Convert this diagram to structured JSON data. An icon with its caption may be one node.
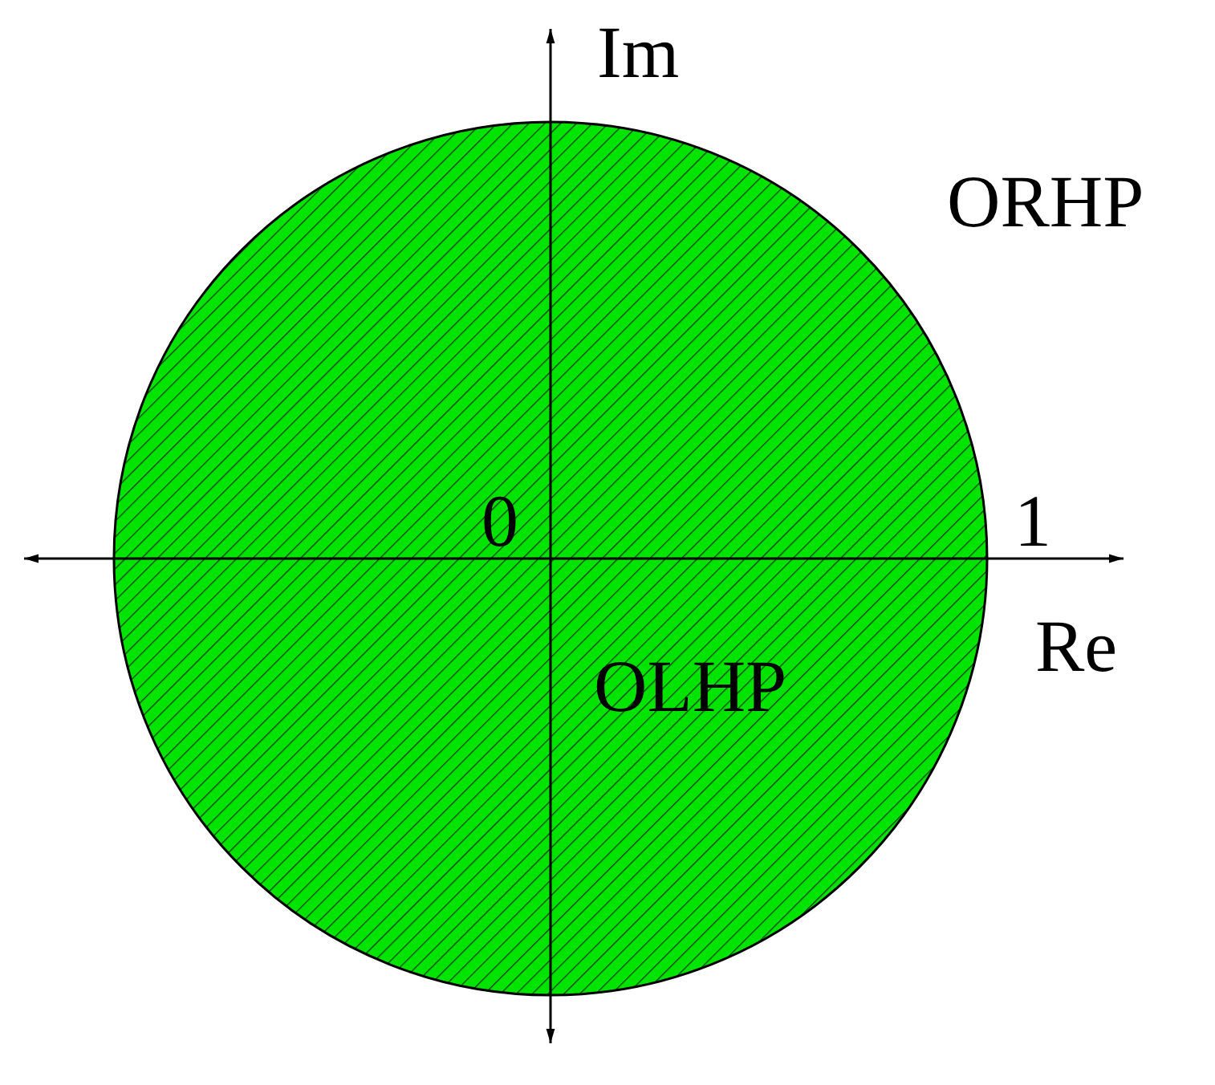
{
  "diagram": {
    "labels": [
      "Im",
      "ORHP",
      "0",
      "1",
      "Re",
      "OLHP"
    ]
  }
}
